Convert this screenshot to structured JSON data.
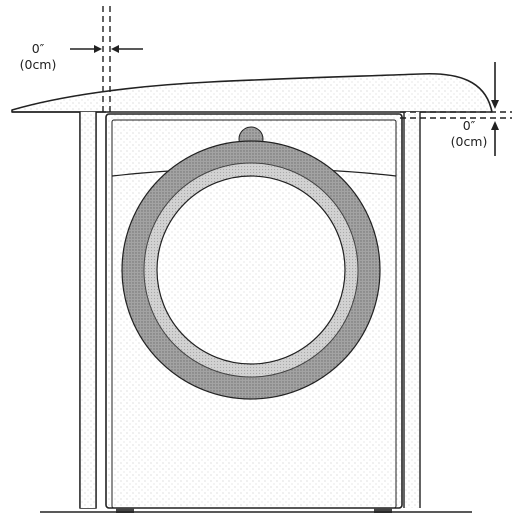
{
  "clearances": {
    "side": {
      "value": "0″",
      "metric": "(0cm)"
    },
    "top": {
      "value": "0″",
      "metric": "(0cm)"
    }
  },
  "colors": {
    "line": "#222222",
    "stipple": "#b9b9b9",
    "door_ring_outer": "#8f8f8f",
    "door_ring_inner": "#c4c4c4",
    "background": "#ffffff"
  }
}
